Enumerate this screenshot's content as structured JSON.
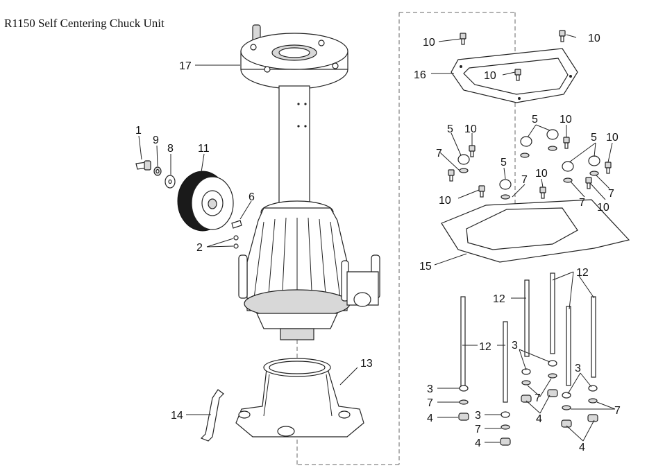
{
  "title": "R1150 Self Centering Chuck Unit",
  "callouts": {
    "c1": "1",
    "c2": "2",
    "c3": "3",
    "c4": "4",
    "c5": "5",
    "c6": "6",
    "c7": "7",
    "c8": "8",
    "c9": "9",
    "c10": "10",
    "c11": "11",
    "c12": "12",
    "c13": "13",
    "c14": "14",
    "c15": "15",
    "c16": "16",
    "c17": "17"
  }
}
